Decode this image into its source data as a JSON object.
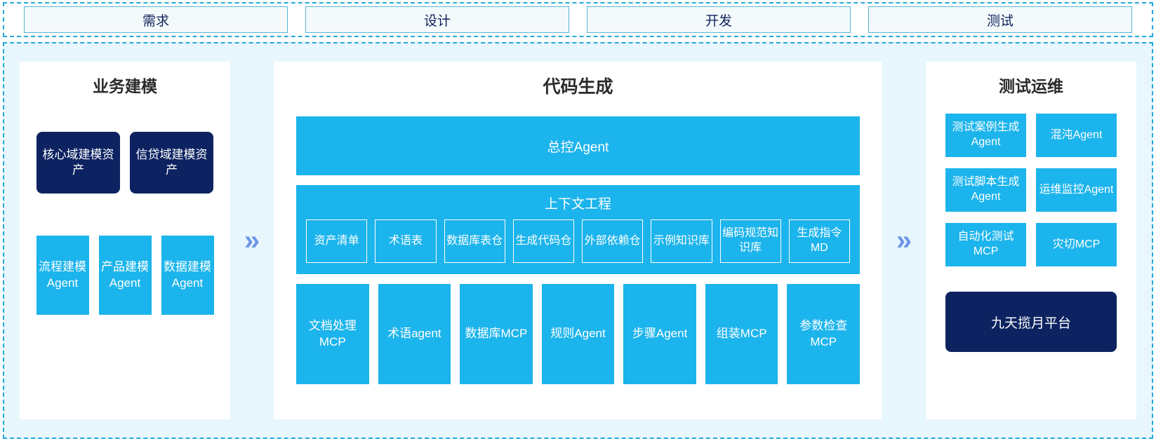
{
  "phases": {
    "items": [
      {
        "label": "需求"
      },
      {
        "label": "设计"
      },
      {
        "label": "开发"
      },
      {
        "label": "测试"
      }
    ]
  },
  "colors": {
    "accent_cyan": "#1cb4ec",
    "navy": "#0d2361",
    "panel_bg": "#e8f6fd",
    "card_bg": "#ffffff",
    "chevron": "#6e96e8",
    "dashed_border": "#23a9dd"
  },
  "left_panel": {
    "title": "业务建模",
    "assets": [
      {
        "label": "核心域建模资产"
      },
      {
        "label": "信贷域建模资产"
      }
    ],
    "agents": [
      {
        "label": "流程建模Agent"
      },
      {
        "label": "产品建模Agent"
      },
      {
        "label": "数据建模Agent"
      }
    ]
  },
  "arrow_left": {
    "glyph": "»"
  },
  "center_panel": {
    "title": "代码生成",
    "master_agent": "总控Agent",
    "context": {
      "title": "上下文工程",
      "items": [
        {
          "label": "资产清单"
        },
        {
          "label": "术语表"
        },
        {
          "label": "数据库表仓"
        },
        {
          "label": "生成代码仓"
        },
        {
          "label": "外部依赖仓"
        },
        {
          "label": "示例知识库"
        },
        {
          "label": "编码规范知识库"
        },
        {
          "label": "生成指令MD"
        }
      ]
    },
    "tools": [
      {
        "label": "文档处理MCP"
      },
      {
        "label": "术语agent"
      },
      {
        "label": "数据库MCP"
      },
      {
        "label": "规则Agent"
      },
      {
        "label": "步骤Agent"
      },
      {
        "label": "组装MCP"
      },
      {
        "label": "参数检查MCP"
      }
    ]
  },
  "arrow_right": {
    "glyph": "»"
  },
  "right_panel": {
    "title": "测试运维",
    "items": [
      {
        "label": "测试案例生成Agent"
      },
      {
        "label": "混沌Agent"
      },
      {
        "label": "测试脚本生成Agent"
      },
      {
        "label": "运维监控Agent"
      },
      {
        "label": "自动化测试MCP"
      },
      {
        "label": "灾切MCP"
      }
    ],
    "platform": "九天揽月平台"
  }
}
